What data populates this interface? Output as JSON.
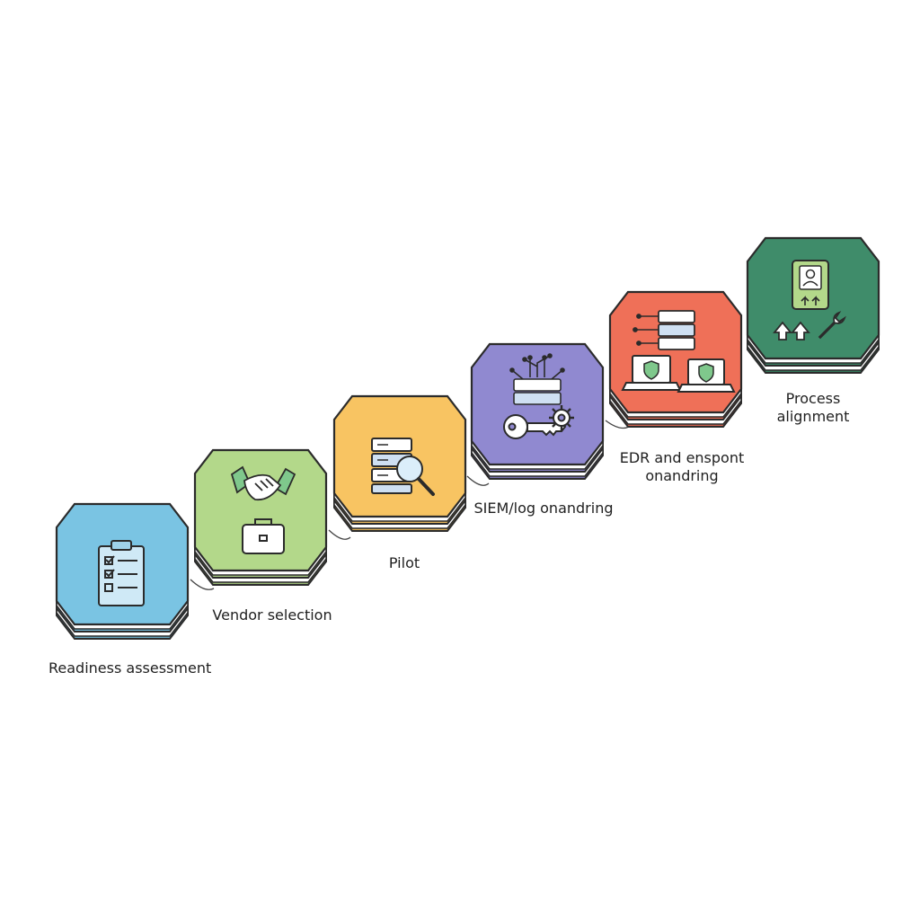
{
  "steps": [
    {
      "label_lines": [
        "Readiness assessment"
      ],
      "color": "#7ac4e3",
      "icon": "clipboard-checklist-icon"
    },
    {
      "label_lines": [
        "Vendor selection"
      ],
      "color": "#b3d88a",
      "icon": "briefcase-icon"
    },
    {
      "label_lines": [
        "Pilot"
      ],
      "color": "#f8c462",
      "icon": "server-magnifier-icon"
    },
    {
      "label_lines": [
        "SIEM/log onandring"
      ],
      "color": "#9089d0",
      "icon": "key-gear-server-icon"
    },
    {
      "label_lines": [
        "EDR and enspont",
        "onandring"
      ],
      "color": "#ef7058",
      "icon": "laptop-shield-icon"
    },
    {
      "label_lines": [
        "Process",
        "alignment"
      ],
      "color": "#3f8c6a",
      "icon": "arrows-wrench-icon"
    }
  ],
  "colors": {
    "outline": "#2b2b2b",
    "arrow": "#333333"
  }
}
